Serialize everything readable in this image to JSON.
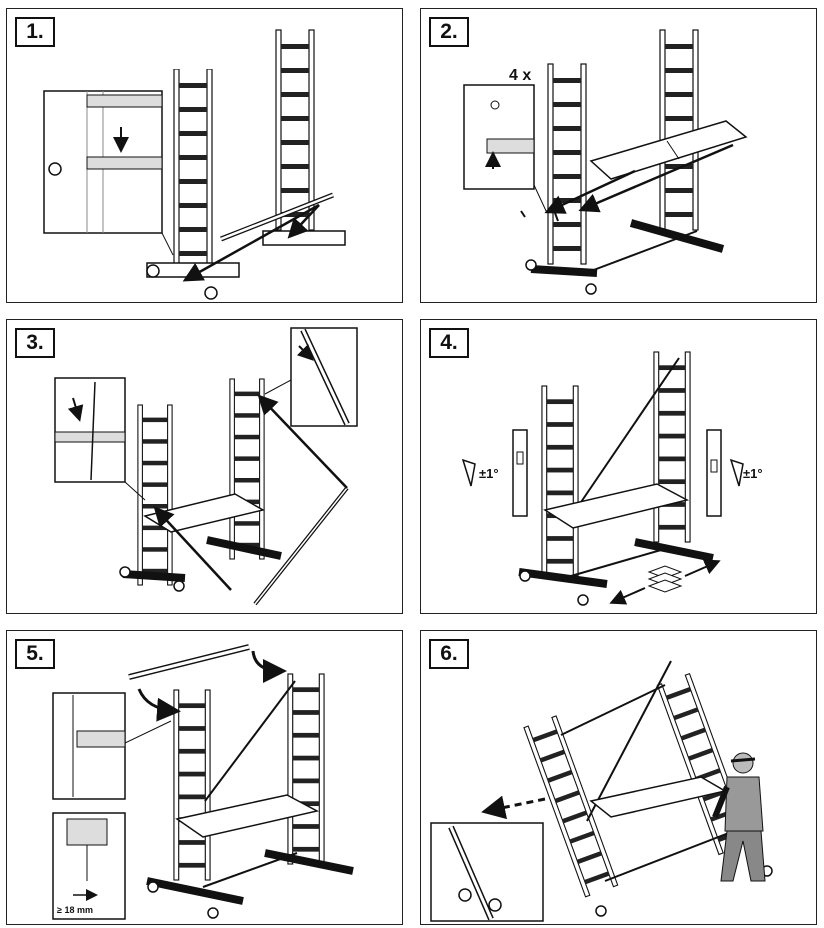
{
  "steps": [
    {
      "number": "1."
    },
    {
      "number": "2.",
      "quantity_label": "4 x"
    },
    {
      "number": "3."
    },
    {
      "number": "4.",
      "tolerance_left": "±1°",
      "tolerance_right": "±1°"
    },
    {
      "number": "5.",
      "clearance_label": "≥ 18 mm"
    },
    {
      "number": "6."
    }
  ],
  "icons": {
    "ladder": "ladder-frame-icon",
    "level": "spirit-level-icon",
    "pads": "leveling-pads-icon",
    "worker": "worker-figure-icon"
  },
  "colors": {
    "line": "#111111",
    "background": "#ffffff"
  }
}
